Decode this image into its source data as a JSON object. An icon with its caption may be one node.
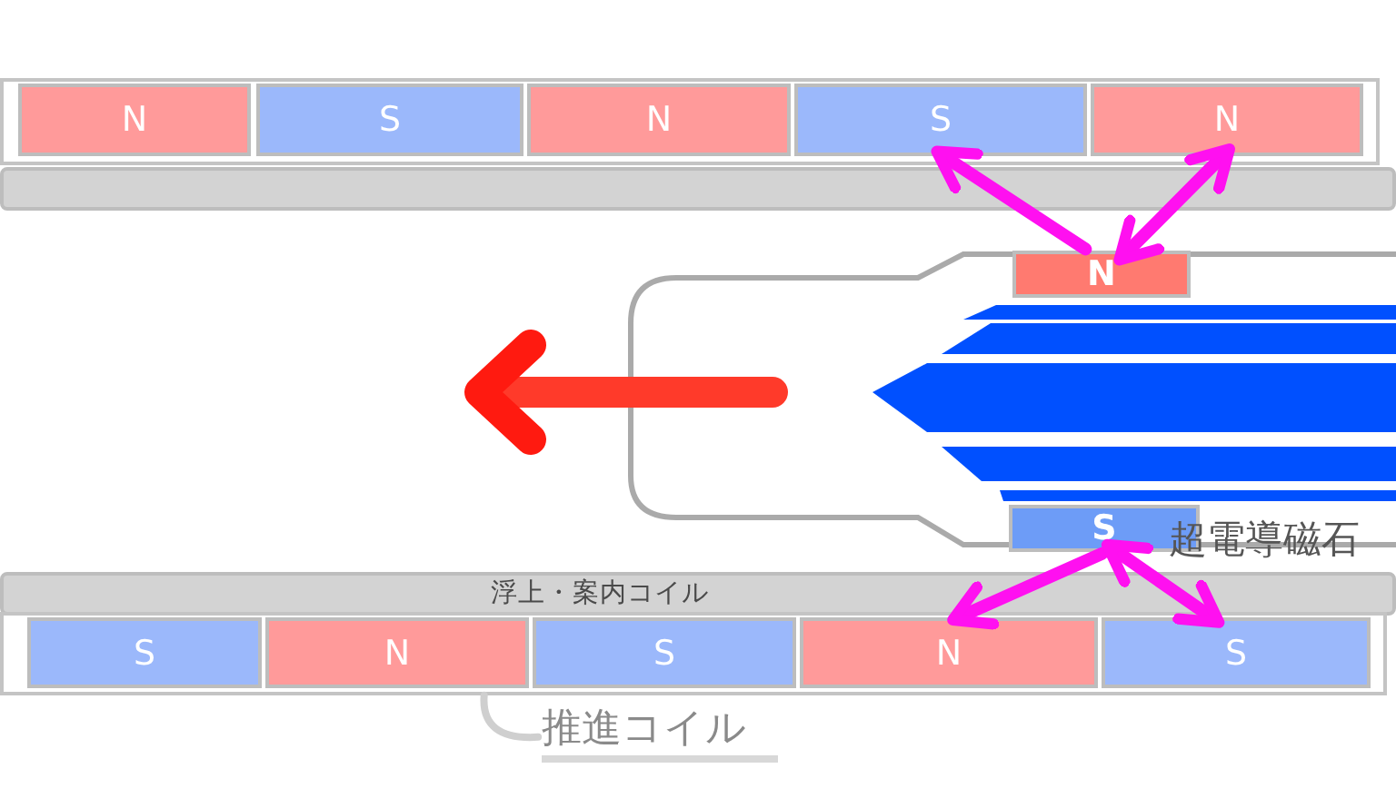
{
  "diagram": {
    "nodes": [
      {
        "text": [
          "N"
        ]
      },
      {
        "text": [
          "S"
        ]
      },
      {
        "text": [
          "N"
        ]
      },
      {
        "text": [
          "S"
        ]
      },
      {
        "text": [
          "N"
        ]
      },
      {
        "text": [
          "N"
        ]
      },
      {
        "text": [
          "S"
        ]
      },
      {
        "text": [
          "S"
        ]
      },
      {
        "text": [
          "N"
        ]
      },
      {
        "text": [
          "S"
        ]
      },
      {
        "text": [
          "N"
        ]
      },
      {
        "text": [
          "S"
        ]
      },
      {
        "text": [
          "推進コイル"
        ]
      }
    ],
    "edges": [
      {
        "from": 5,
        "to": 3,
        "arrow": "to"
      },
      {
        "from": 5,
        "to": 4,
        "arrow": "both"
      },
      {
        "from": 6,
        "to": 10,
        "arrow": "to"
      },
      {
        "from": 6,
        "to": 11,
        "arrow": "both"
      },
      {
        "from": 12,
        "to": 8,
        "arrow": "none",
        "color": "#cfcfcf"
      }
    ],
    "labels": [
      "超電導磁石",
      "浮上・案内コイル"
    ]
  }
}
